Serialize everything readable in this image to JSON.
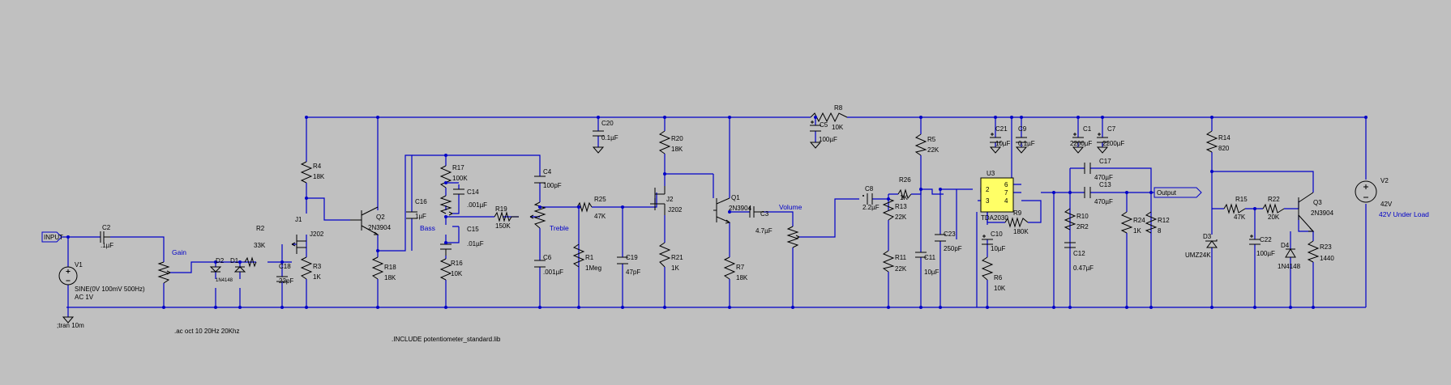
{
  "colors": {
    "background": "#c0c0c0",
    "wire": "#0000c8",
    "component": "#000000",
    "label": "#000000",
    "net_label": "#0000c8",
    "ic_fill": "#ffff66"
  },
  "nets": {
    "input": "INPUT",
    "output": "Output",
    "gain": "Gain",
    "bass": "Bass",
    "treble": "Treble",
    "volume": "Volume",
    "supply": "42V Under Load"
  },
  "sources": {
    "v1": {
      "name": "V1",
      "spec": "SINE(0V 100mV 500Hz)",
      "ac": "AC 1V"
    },
    "v2": {
      "name": "V2",
      "value": "42V"
    }
  },
  "directives": {
    "tran": ";tran 10m",
    "ac": ".ac oct 10 20Hz 20Khz",
    "include": ".INCLUDE potentiometer_standard.lib"
  },
  "labels": {
    "C2": "C2",
    "C2v": ".1µF",
    "D2": "D2",
    "D1": "D1",
    "D_part": "1N4148",
    "R2": "R2",
    "R2v": "33K",
    "C18": "C18",
    "C18v": "22pF",
    "R4": "R4",
    "R4v": "18K",
    "R3": "R3",
    "R3v": "1K",
    "J1": "J1",
    "J1v": "J202",
    "Q2": "Q2",
    "Q2v": "2N3904",
    "R18": "R18",
    "R18v": "18K",
    "C16": "C16",
    "C16v": "1µF",
    "R17": "R17",
    "R17v": "100K",
    "C14": "C14",
    "C14v": ".001µF",
    "C15": "C15",
    "C15v": ".01µF",
    "R16": "R16",
    "R16v": "10K",
    "R19": "R19",
    "R19v": "150K",
    "C4": "C4",
    "C4v": "100pF",
    "C6": "C6",
    "C6v": ".001µF",
    "R25": "R25",
    "R25v": "47K",
    "R1": "R1",
    "R1v": "1Meg",
    "C20": "C20",
    "C20v": "0.1µF",
    "C19": "C19",
    "C19v": "47pF",
    "R20": "R20",
    "R20v": "18K",
    "J2": "J2",
    "J2v": "J202",
    "R21": "R21",
    "R21v": "1K",
    "Q1": "Q1",
    "Q1v": "2N3904",
    "R7": "R7",
    "R7v": "18K",
    "C3": "C3",
    "C3v": "4.7µF",
    "C5": "C5",
    "C5v": "100µF",
    "R8": "R8",
    "R8v": "10K",
    "C8": "C8",
    "C8v": "2.2µF",
    "R26": "R26",
    "R26v": "1K",
    "R13": "R13",
    "R13v": "22K",
    "R11": "R11",
    "R11v": "22K",
    "R5": "R5",
    "R5v": "22K",
    "C23": "C23",
    "C23v": "250pF",
    "C11": "C11",
    "C11v": "10µF",
    "U3": "U3",
    "U3v": "TDA2030",
    "pin6": "6",
    "pin7": "7",
    "pin2": "2",
    "pin3": "3",
    "pin4": "4",
    "C21": "C21",
    "C21v": "10µF",
    "C9": "C9",
    "C9v": "0.1µF",
    "C10": "C10",
    "C10v": "10µF",
    "R6": "R6",
    "R6v": "10K",
    "R9": "R9",
    "R9v": "180K",
    "C1": "C1",
    "C1v": "2200µF",
    "C7": "C7",
    "C7v": "2200µF",
    "C17": "C17",
    "C17v": "470µF",
    "C13": "C13",
    "C13v": "470µF",
    "R10": "R10",
    "R10v": "2R2",
    "C12": "C12",
    "C12v": "0.47µF",
    "R24": "R24",
    "R24v": "1K",
    "R12": "R12",
    "R12v": "8",
    "R14": "R14",
    "R14v": "820",
    "D3": "D3",
    "D3v": "UMZ24K",
    "R15": "R15",
    "R15v": "47K",
    "R22": "R22",
    "R22v": "20K",
    "C22": "C22",
    "C22v": "100µF",
    "D4": "D4",
    "D4v": "1N4148",
    "Q3": "Q3",
    "Q3v": "2N3904",
    "R23": "R23",
    "R23v": "1440"
  }
}
